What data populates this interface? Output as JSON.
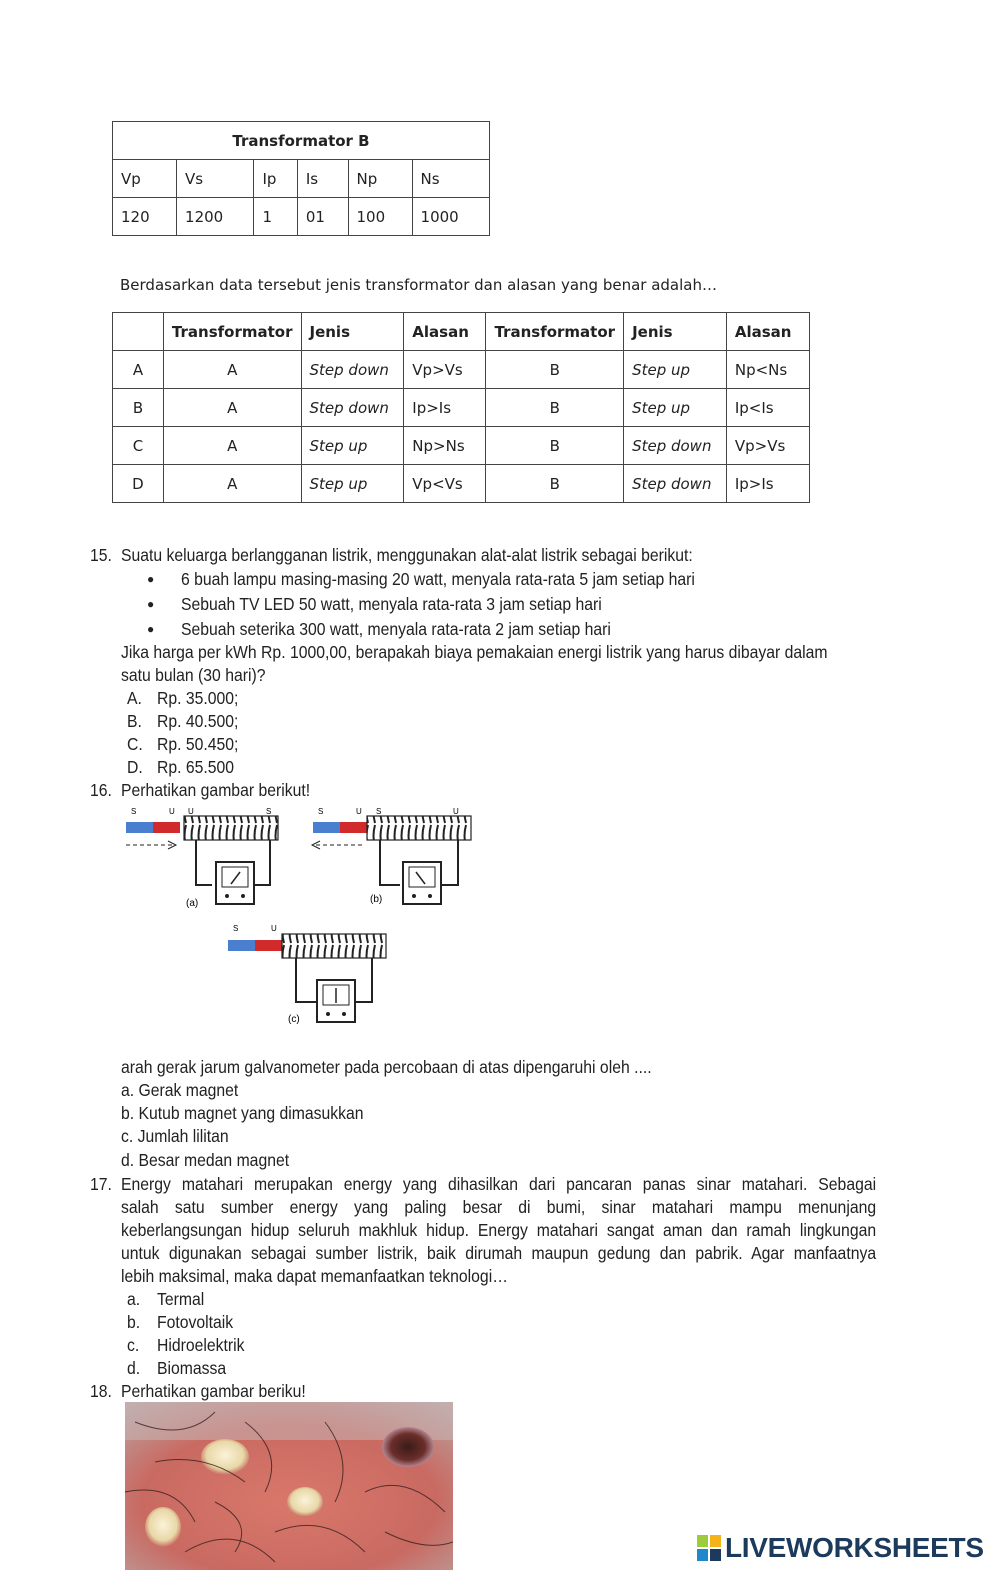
{
  "table_b": {
    "title": "Transformator B",
    "headers": [
      "Vp",
      "Vs",
      "Ip",
      "Is",
      "Np",
      "Ns"
    ],
    "values": [
      "120",
      "1200",
      "1",
      "01",
      "100",
      "1000"
    ]
  },
  "question_intro": "Berdasarkan data tersebut jenis transformator dan alasan yang benar adalah…",
  "options_table": {
    "headers": [
      "",
      "Transformator",
      "Jenis",
      "Alasan",
      "Transformator",
      "Jenis",
      "Alasan"
    ],
    "rows": [
      [
        "A",
        "A",
        "Step down",
        "Vp>Vs",
        "B",
        "Step up",
        "Np<Ns"
      ],
      [
        "B",
        "A",
        "Step down",
        "Ip>Is",
        "B",
        "Step up",
        "Ip<Is"
      ],
      [
        "C",
        "A",
        "Step up",
        "Np>Ns",
        "B",
        "Step down",
        "Vp>Vs"
      ],
      [
        "D",
        "A",
        "Step up",
        "Vp<Vs",
        "B",
        "Step down",
        "Ip>Is"
      ]
    ]
  },
  "q15": {
    "number": "15.",
    "stem": "Suatu keluarga berlangganan listrik, menggunakan alat-alat listrik sebagai berikut:",
    "bullets": [
      "6 buah lampu masing-masing 20 watt, menyala rata-rata 5 jam setiap hari",
      "Sebuah TV LED 50 watt, menyala rata-rata 3 jam setiap hari",
      "Sebuah seterika 300 watt, menyala rata-rata 2 jam setiap hari"
    ],
    "question_line1": "Jika harga per kWh Rp. 1000,00, berapakah biaya pemakaian energi listrik yang harus dibayar dalam",
    "question_line2": "satu bulan (30 hari)?",
    "options": [
      {
        "letter": "A.",
        "text": "Rp. 35.000;"
      },
      {
        "letter": "B.",
        "text": "Rp. 40.500;"
      },
      {
        "letter": "C.",
        "text": "Rp. 50.450;"
      },
      {
        "letter": "D.",
        "text": "Rp. 65.500"
      }
    ]
  },
  "q16": {
    "number": "16.",
    "stem": "Perhatikan gambar berikut!",
    "figure_labels": {
      "a": "(a)",
      "b": "(b)",
      "c": "(c)",
      "s": "S",
      "u": "U"
    },
    "question": "arah gerak jarum galvanometer pada percobaan di atas dipengaruhi oleh ....",
    "options": [
      "a. Gerak magnet",
      "b. Kutub magnet yang dimasukkan",
      "c. Jumlah lilitan",
      "d. Besar medan magnet"
    ]
  },
  "q17": {
    "number": "17.",
    "lines": [
      "Energy matahari merupakan energy yang dihasilkan dari pancaran panas sinar matahari. Sebagai",
      "salah satu sumber energy yang paling besar di bumi, sinar matahari mampu menunjang",
      "keberlangsungan hidup seluruh makhluk hidup. Energy matahari sangat aman dan ramah lingkungan",
      "untuk digunakan sebagai sumber listrik, baik dirumah maupun gedung dan pabrik. Agar manfaatnya",
      "lebih maksimal, maka dapat memanfaatkan teknologi…"
    ],
    "options": [
      {
        "letter": "a.",
        "text": "Termal"
      },
      {
        "letter": "b.",
        "text": "Fotovoltaik"
      },
      {
        "letter": "c.",
        "text": "Hidroelektrik"
      },
      {
        "letter": "d.",
        "text": "Biomassa"
      }
    ]
  },
  "q18": {
    "number": "18.",
    "stem": "Perhatikan gambar beriku!"
  },
  "watermark": {
    "text": "LIVEWORKSHEETS",
    "color": "#1b3a5c"
  }
}
